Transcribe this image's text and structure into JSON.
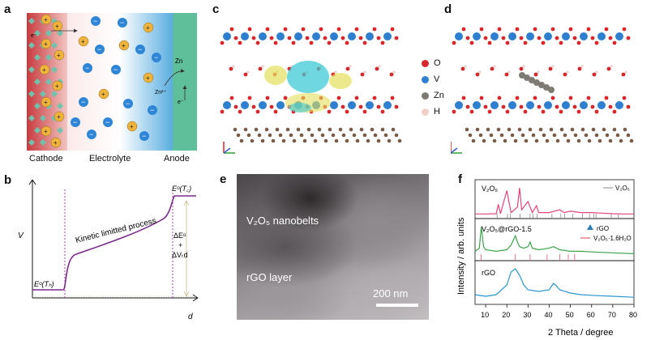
{
  "panels": {
    "a": {
      "letter": "a",
      "cathode": "Cathode",
      "electrolyte": "Electrolyte",
      "anode": "Anode",
      "zn": "Zn",
      "zn2": "Zn²⁺",
      "e1": "e⁻",
      "e2": "e⁻"
    },
    "b": {
      "letter": "b",
      "ylabel": "V",
      "xlabel": "d",
      "process": "Kinetic limitted process",
      "eth": "Eᵒ(Tₕ)",
      "etc": "Eᵒ(T꜀)",
      "delta_e": "ΔEᵒ",
      "plus": "+",
      "delta_v": "ΔVₜd"
    },
    "c": {
      "letter": "c"
    },
    "d": {
      "letter": "d"
    },
    "legend_atoms": [
      {
        "label": "O",
        "color": "#d8262b"
      },
      {
        "label": "V",
        "color": "#2f7fd0"
      },
      {
        "label": "Zn",
        "color": "#7d7a74"
      },
      {
        "label": "H",
        "color": "#f2cfc8"
      }
    ],
    "e": {
      "letter": "e",
      "nanobelts": "V₂O₅ nanobelts",
      "rgo": "rGO layer",
      "scale": "200 nm"
    },
    "f": {
      "letter": "f",
      "ylabel": "Intensity / arb. units",
      "xlabel": "2 Theta / degree",
      "trace1": "V₂O₅",
      "legend1": "V₂O₅",
      "trace2": "V₂O₅@rGO-1.5",
      "legend2a": "rGO",
      "legend2b": "V₂O₅·1.6H₂O",
      "trace3": "rGO"
    }
  },
  "chart_data": {
    "type": "line",
    "title": "",
    "xlabel": "2 Theta / degree",
    "ylabel": "Intensity / arb. units",
    "xlim": [
      5,
      80
    ],
    "xticks": [
      10,
      20,
      30,
      40,
      50,
      60,
      70,
      80
    ],
    "series": [
      {
        "name": "V₂O₅",
        "color": "#e0457a",
        "x": [
          5,
          10,
          15,
          16,
          17,
          20,
          21,
          22,
          25,
          26,
          27,
          30,
          31,
          32,
          34,
          35,
          40,
          45,
          47,
          50,
          55,
          60,
          65,
          70,
          75,
          80
        ],
        "y": [
          0.05,
          0.05,
          0.06,
          0.4,
          0.06,
          0.9,
          0.5,
          0.1,
          0.3,
          1.0,
          0.2,
          0.5,
          0.3,
          0.1,
          0.35,
          0.1,
          0.1,
          0.2,
          0.1,
          0.15,
          0.1,
          0.1,
          0.08,
          0.06,
          0.05,
          0.05
        ]
      },
      {
        "name": "V₂O₅@rGO-1.5",
        "color": "#3fa34d",
        "x": [
          5,
          7,
          8,
          9,
          10,
          15,
          20,
          22,
          24,
          25,
          26,
          28,
          30,
          31,
          32,
          35,
          40,
          42,
          45,
          50,
          55,
          60,
          70,
          80
        ],
        "y": [
          0.2,
          0.3,
          1.0,
          0.35,
          0.25,
          0.2,
          0.25,
          0.4,
          0.7,
          0.5,
          0.35,
          0.3,
          0.35,
          0.5,
          0.3,
          0.25,
          0.3,
          0.35,
          0.25,
          0.2,
          0.2,
          0.18,
          0.15,
          0.12
        ]
      },
      {
        "name": "rGO",
        "color": "#2c97cc",
        "x": [
          5,
          10,
          15,
          20,
          22,
          24,
          26,
          28,
          30,
          35,
          40,
          42,
          43,
          45,
          50,
          55,
          60,
          70,
          80
        ],
        "y": [
          0.2,
          0.15,
          0.2,
          0.5,
          0.9,
          1.0,
          0.8,
          0.5,
          0.35,
          0.3,
          0.35,
          0.55,
          0.5,
          0.35,
          0.25,
          0.2,
          0.18,
          0.15,
          0.12
        ]
      }
    ],
    "reference_ticks": {
      "V₂O₅": [
        15.4,
        20.3,
        21.7,
        26.2,
        31.0,
        32.4,
        34.3,
        41.3,
        45.5,
        47.3,
        51.2,
        55.7,
        59.0,
        61.1,
        62.1,
        69.3,
        72.5
      ],
      "V₂O₅·1.6H₂O": [
        7.9,
        24.0,
        31.0,
        39.0,
        45.0,
        49.0,
        52.0
      ]
    }
  }
}
